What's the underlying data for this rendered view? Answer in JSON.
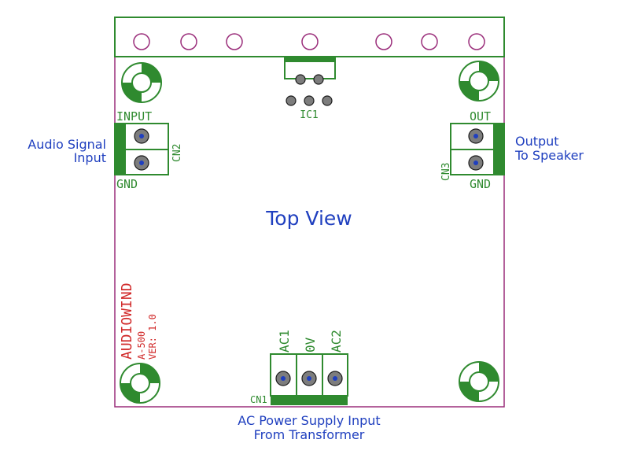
{
  "title": "Top View",
  "annotations": {
    "audio_line1": "Audio Signal",
    "audio_line2": "Input",
    "output_line1": "Output",
    "output_line2": "To Speaker",
    "ac_line1": "AC Power Supply Input",
    "ac_line2": "From Transformer"
  },
  "silkscreen": {
    "input": "INPUT",
    "gnd_left": "GND",
    "cn2": "CN2",
    "out": "OUT",
    "gnd_right": "GND",
    "cn3": "CN3",
    "ic1": "IC1",
    "cn1": "CN1",
    "ac1": "AC1",
    "ov": "0V",
    "ac2": "AC2"
  },
  "brand": {
    "name": "AUDIOWIND",
    "model": "A-500",
    "version": "VER: 1.0"
  },
  "colors": {
    "board_outline": "#9a2d7a",
    "silkscreen": "#2f8a2f",
    "annotation": "#1f3fbf",
    "brand": "#d12a2a",
    "pad": "#7d7d7d",
    "heatsink_hole": "#9a2d7a"
  }
}
